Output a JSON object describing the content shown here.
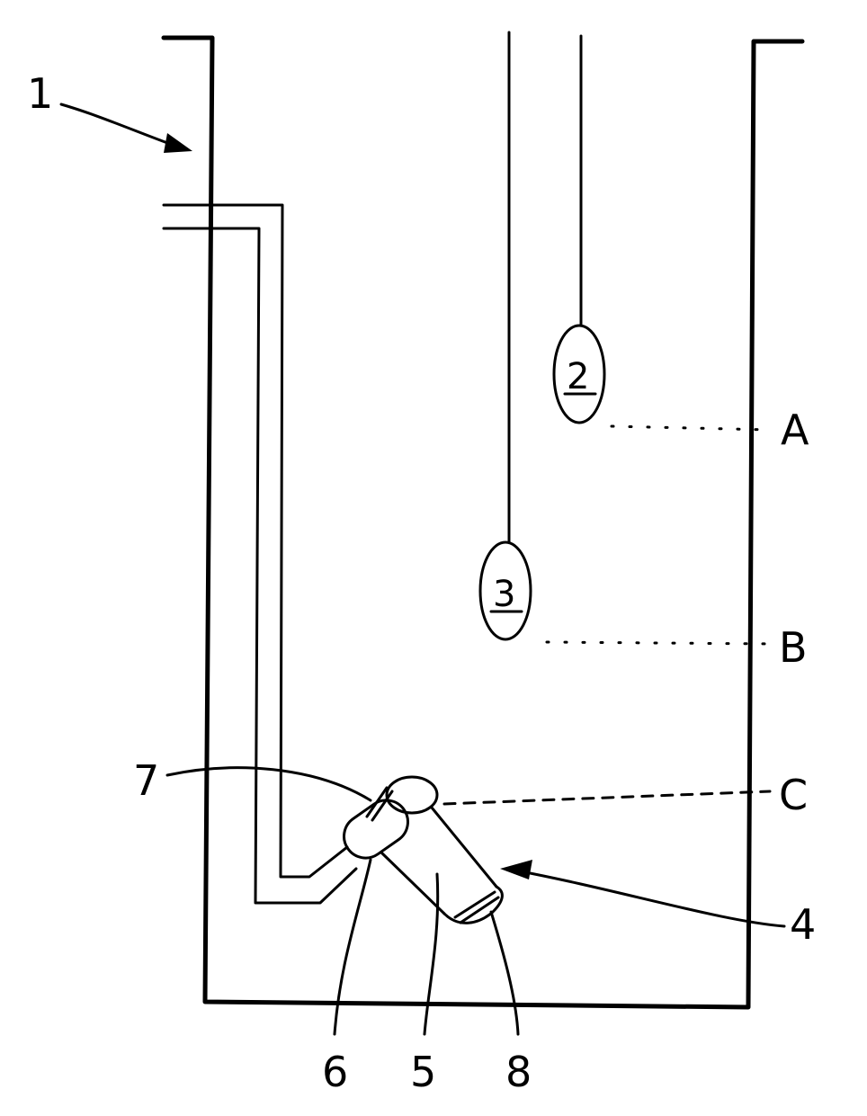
{
  "diagram": {
    "labels": {
      "tank": "1",
      "float_upper": "2",
      "float_lower": "3",
      "pump_assembly": "4",
      "pump_body": "5",
      "pump_part_6": "6",
      "pump_part_7": "7",
      "pump_part_8": "8",
      "level_a": "A",
      "level_b": "B",
      "level_c": "C"
    }
  }
}
